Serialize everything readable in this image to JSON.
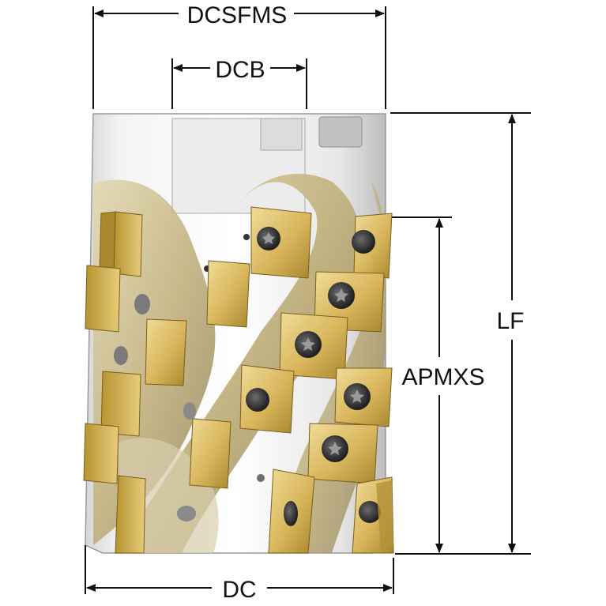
{
  "dimensions": {
    "dcsfms": "DCSFMS",
    "dcb": "DCB",
    "lf": "LF",
    "apmxs": "APMXS",
    "dc": "DC"
  },
  "colors": {
    "steel_light": "#f2f2f2",
    "steel_mid": "#c9c9c9",
    "steel_dark": "#8a8a8a",
    "flute_light": "#cfc39a",
    "flute_dark": "#8e7f52",
    "insert_gold": "#d8b55a",
    "insert_light": "#ecd58f",
    "insert_dark": "#9a7a2c",
    "screw": "#3a3a3a",
    "line": "#111111"
  }
}
